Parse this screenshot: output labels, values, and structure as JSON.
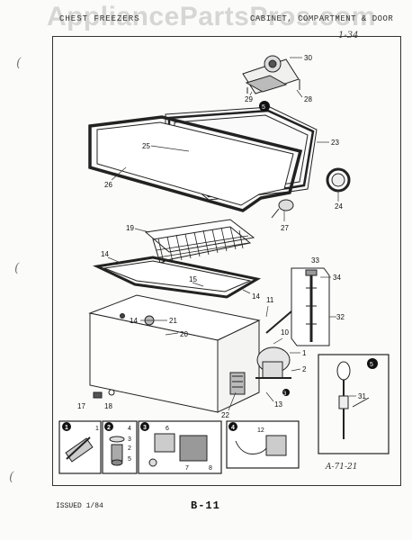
{
  "watermark": "AppliancePartsPros.com",
  "header": {
    "left": "CHEST FREEZERS",
    "right": "CABINET, COMPARTMENT & DOOR",
    "handwritten_code": "1-34"
  },
  "callouts": {
    "c30": "30",
    "c29": "29",
    "c28": "28",
    "c5a": "5",
    "c23": "23",
    "c25": "25",
    "c26": "26",
    "c27": "27",
    "c24": "24",
    "c19": "19",
    "c14a": "14",
    "c14b": "14",
    "c15": "15",
    "c14c": "14",
    "c21": "21",
    "c20": "20",
    "c11": "11",
    "c10": "10",
    "c22": "22",
    "c33": "33",
    "c34": "34",
    "c32": "32",
    "c1": "1",
    "c2": "2",
    "c13": "13",
    "c3": "3",
    "c17": "17",
    "c18": "18",
    "c5b": "5",
    "c31": "31",
    "in1": "1",
    "in2": "2",
    "in3": "3",
    "in4": "4",
    "in5": "5",
    "in6": "6",
    "in7": "7",
    "in8": "8",
    "in12": "12"
  },
  "insets": {
    "box1": "1",
    "box2": "2",
    "box3": "3",
    "box4": "4"
  },
  "diagram_id": "A-71-21",
  "footer": {
    "issued": "ISSUED 1/84",
    "page": "B-11"
  }
}
